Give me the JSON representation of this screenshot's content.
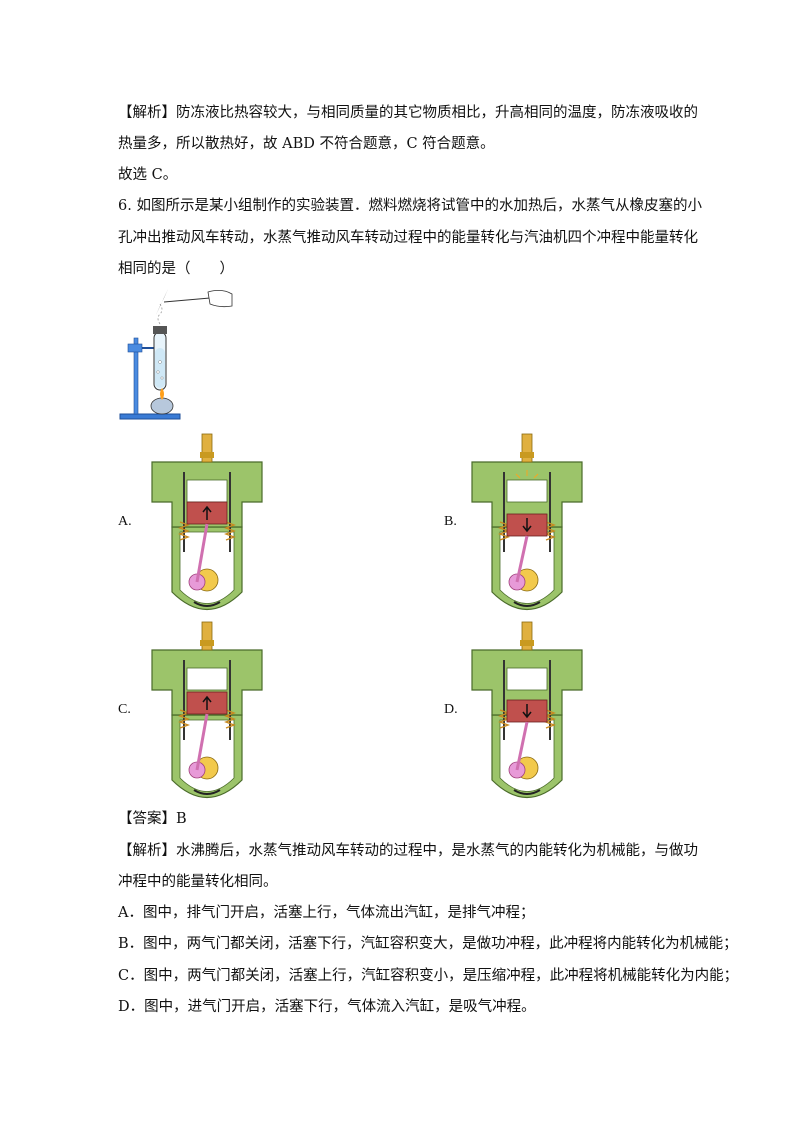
{
  "lines": {
    "l1": "【解析】防冻液比热容较大，与相同质量的其它物质相比，升高相同的温度，防冻液吸收的",
    "l2": "热量多，所以散热好，故 ABD 不符合题意，C 符合题意。",
    "l3": "故选 C。",
    "l4": "6. 如图所示是某小组制作的实验装置．燃料燃烧将试管中的水加热后，水蒸气从橡皮塞的小",
    "l5": "孔冲出推动风车转动，水蒸气推动风车转动过程中的能量转化与汽油机四个冲程中能量转化",
    "l6": "相同的是（　　）",
    "l7": "【答案】B",
    "l8": "【解析】水沸腾后，水蒸气推动风车转动的过程中，是水蒸气的内能转化为机械能，与做功",
    "l9": "冲程中的能量转化相同。",
    "l10": "A．图中，排气门开启，活塞上行，气体流出汽缸，是排气冲程；",
    "l11": "B．图中，两气门都关闭，活塞下行，汽缸容积变大，是做功冲程，此冲程将内能转化为机械能；",
    "l12": "C．图中，两气门都关闭，活塞上行，汽缸容积变小，是压缩冲程，此冲程将机械能转化为内能；",
    "l13": "D．图中，进气门开启，活塞下行，气体流入汽缸，是吸气冲程。"
  },
  "options": {
    "a": "A.",
    "b": "B.",
    "c": "C.",
    "d": "D."
  },
  "colors": {
    "engine_body": "#9cc46a",
    "engine_outline": "#4a6b2a",
    "piston": "#c0504d",
    "spark_plug": "#e0b040",
    "rod": "#d070b0"
  }
}
